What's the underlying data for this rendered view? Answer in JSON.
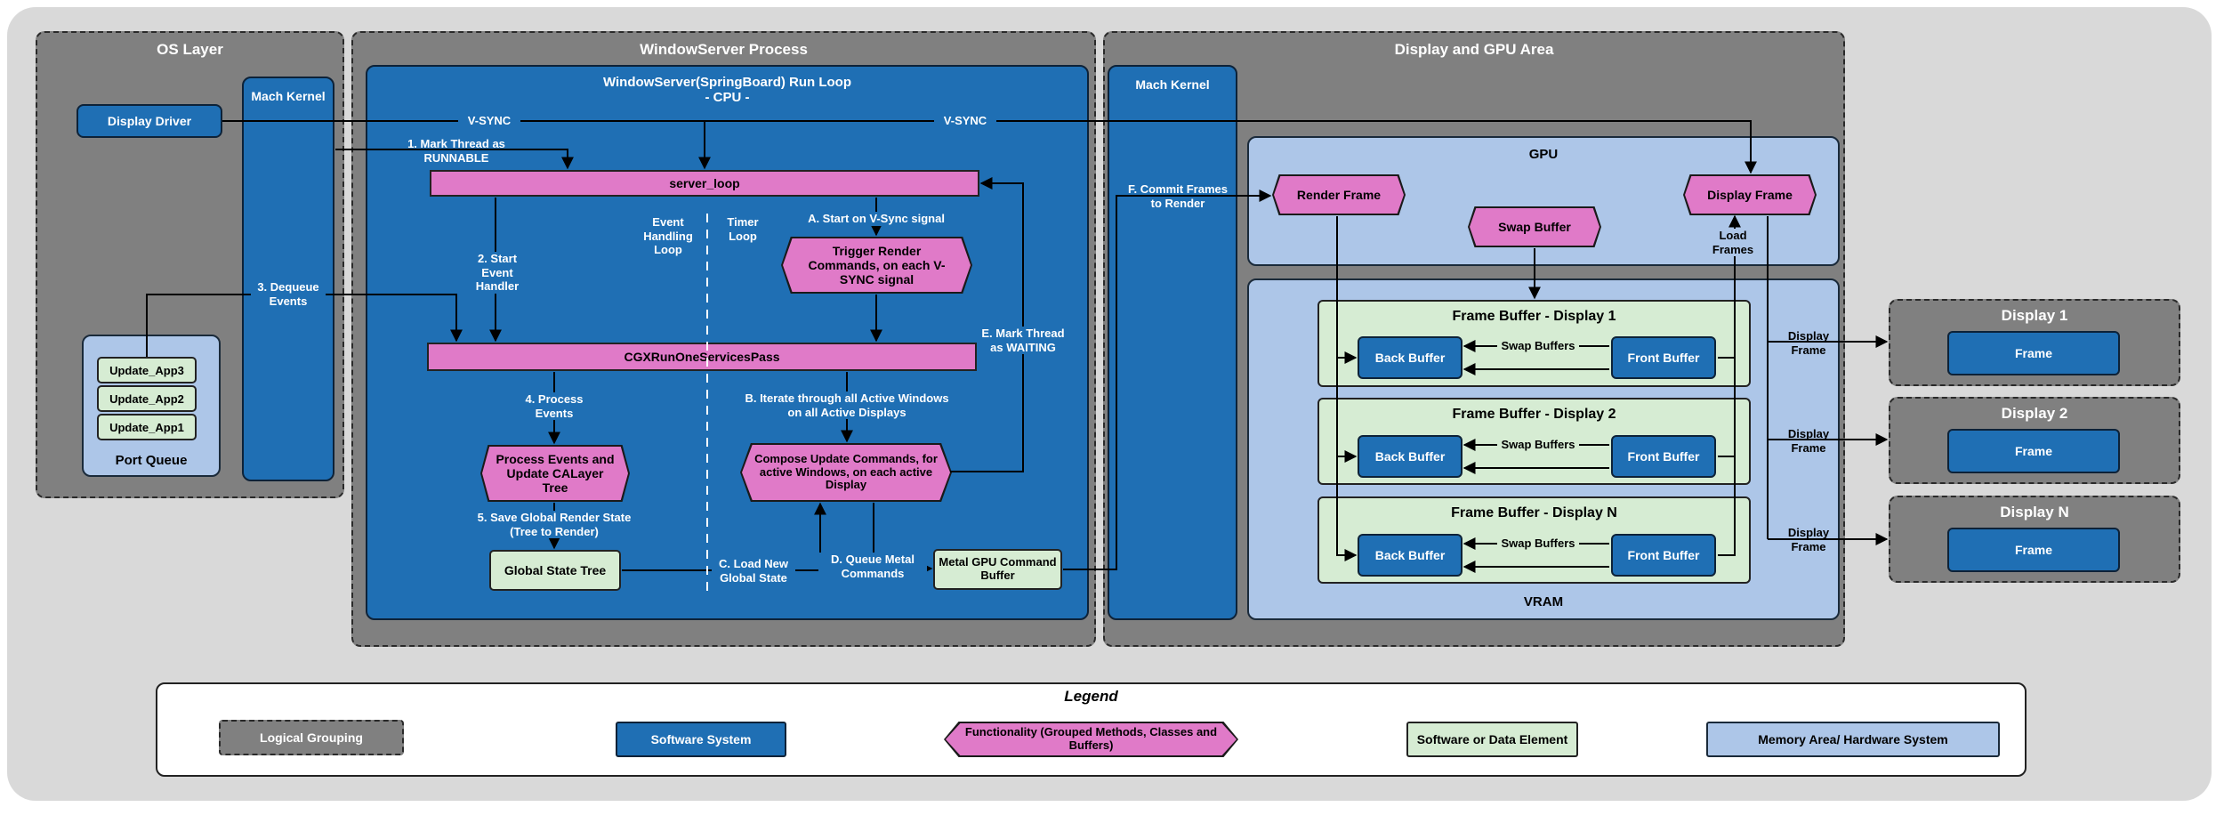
{
  "groups": {
    "os": "OS Layer",
    "ws": "WindowServer Process",
    "dg": "Display and GPU Area"
  },
  "os": {
    "display_driver": "Display Driver",
    "mach_kernel": "Mach Kernel",
    "port_queue": "Port Queue",
    "apps": [
      "Update_App3",
      "Update_App2",
      "Update_App1"
    ]
  },
  "ws": {
    "runloop_title": "WindowServer(SpringBoard) Run Loop",
    "runloop_sub": "- CPU -",
    "server_loop": "server_loop",
    "cgx": "CGXRunOneServicesPass",
    "process_events": "Process Events and Update CALayer Tree",
    "trigger_render": "Trigger Render Commands, on each V-SYNC signal",
    "compose": "Compose Update Commands, for active Windows, on each active Display",
    "global_state": "Global State Tree",
    "metal_buffer": "Metal GPU Command Buffer",
    "event_loop": "Event Handling Loop",
    "timer_loop": "Timer Loop"
  },
  "dg": {
    "mach_kernel": "Mach Kernel",
    "gpu": "GPU",
    "vram": "VRAM",
    "render_frame": "Render Frame",
    "swap_buffer": "Swap Buffer",
    "display_frame": "Display Frame",
    "load_frames": "Load Frames",
    "framebuffers": [
      {
        "title": "Frame Buffer - Display 1",
        "back": "Back Buffer",
        "front": "Front Buffer",
        "swap": "Swap Buffers"
      },
      {
        "title": "Frame Buffer - Display 2",
        "back": "Back Buffer",
        "front": "Front Buffer",
        "swap": "Swap Buffers"
      },
      {
        "title": "Frame Buffer - Display N",
        "back": "Back Buffer",
        "front": "Front Buffer",
        "swap": "Swap Buffers"
      }
    ],
    "display_frame_label": "Display Frame"
  },
  "displays": [
    {
      "title": "Display 1",
      "frame": "Frame"
    },
    {
      "title": "Display 2",
      "frame": "Frame"
    },
    {
      "title": "Display N",
      "frame": "Frame"
    }
  ],
  "edges": {
    "vsync1": "V-SYNC",
    "vsync2": "V-SYNC",
    "e1": "1. Mark Thread as RUNNABLE",
    "e2": "2. Start Event Handler",
    "e3": "3. Dequeue Events",
    "e4": "4. Process Events",
    "e5": "5. Save Global Render State (Tree to Render)",
    "ea": "A. Start on V-Sync signal",
    "eb": "B. Iterate through all Active Windows on all Active Displays",
    "ec": "C. Load New Global State",
    "ed": "D. Queue Metal Commands",
    "ee": "E. Mark Thread as WAITING",
    "ef": "F. Commit Frames to Render"
  },
  "legend": {
    "title": "Legend",
    "logical": "Logical Grouping",
    "software": "Software System",
    "functionality": "Functionality (Grouped Methods, Classes and Buffers)",
    "element": "Software or Data Element",
    "memory": "Memory Area/ Hardware System"
  },
  "colors": {
    "group_fill": "#808080",
    "software_blue": "#1f6fb4",
    "functionality_pink": "#e07ac8",
    "element_green": "#d6ecd3",
    "memory_blue": "#adc6e8"
  }
}
